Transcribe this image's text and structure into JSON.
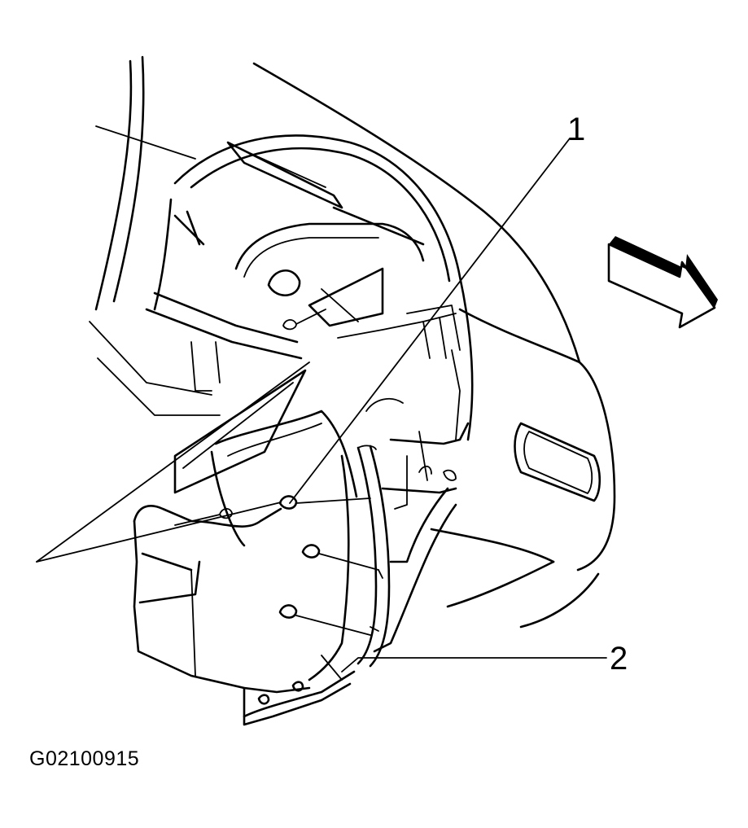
{
  "callouts": {
    "one": "1",
    "two": "2"
  },
  "figure_id": "G02100915",
  "colors": {
    "line": "#000000",
    "background": "#ffffff"
  },
  "icons": {
    "direction": "forward-arrow-icon"
  }
}
